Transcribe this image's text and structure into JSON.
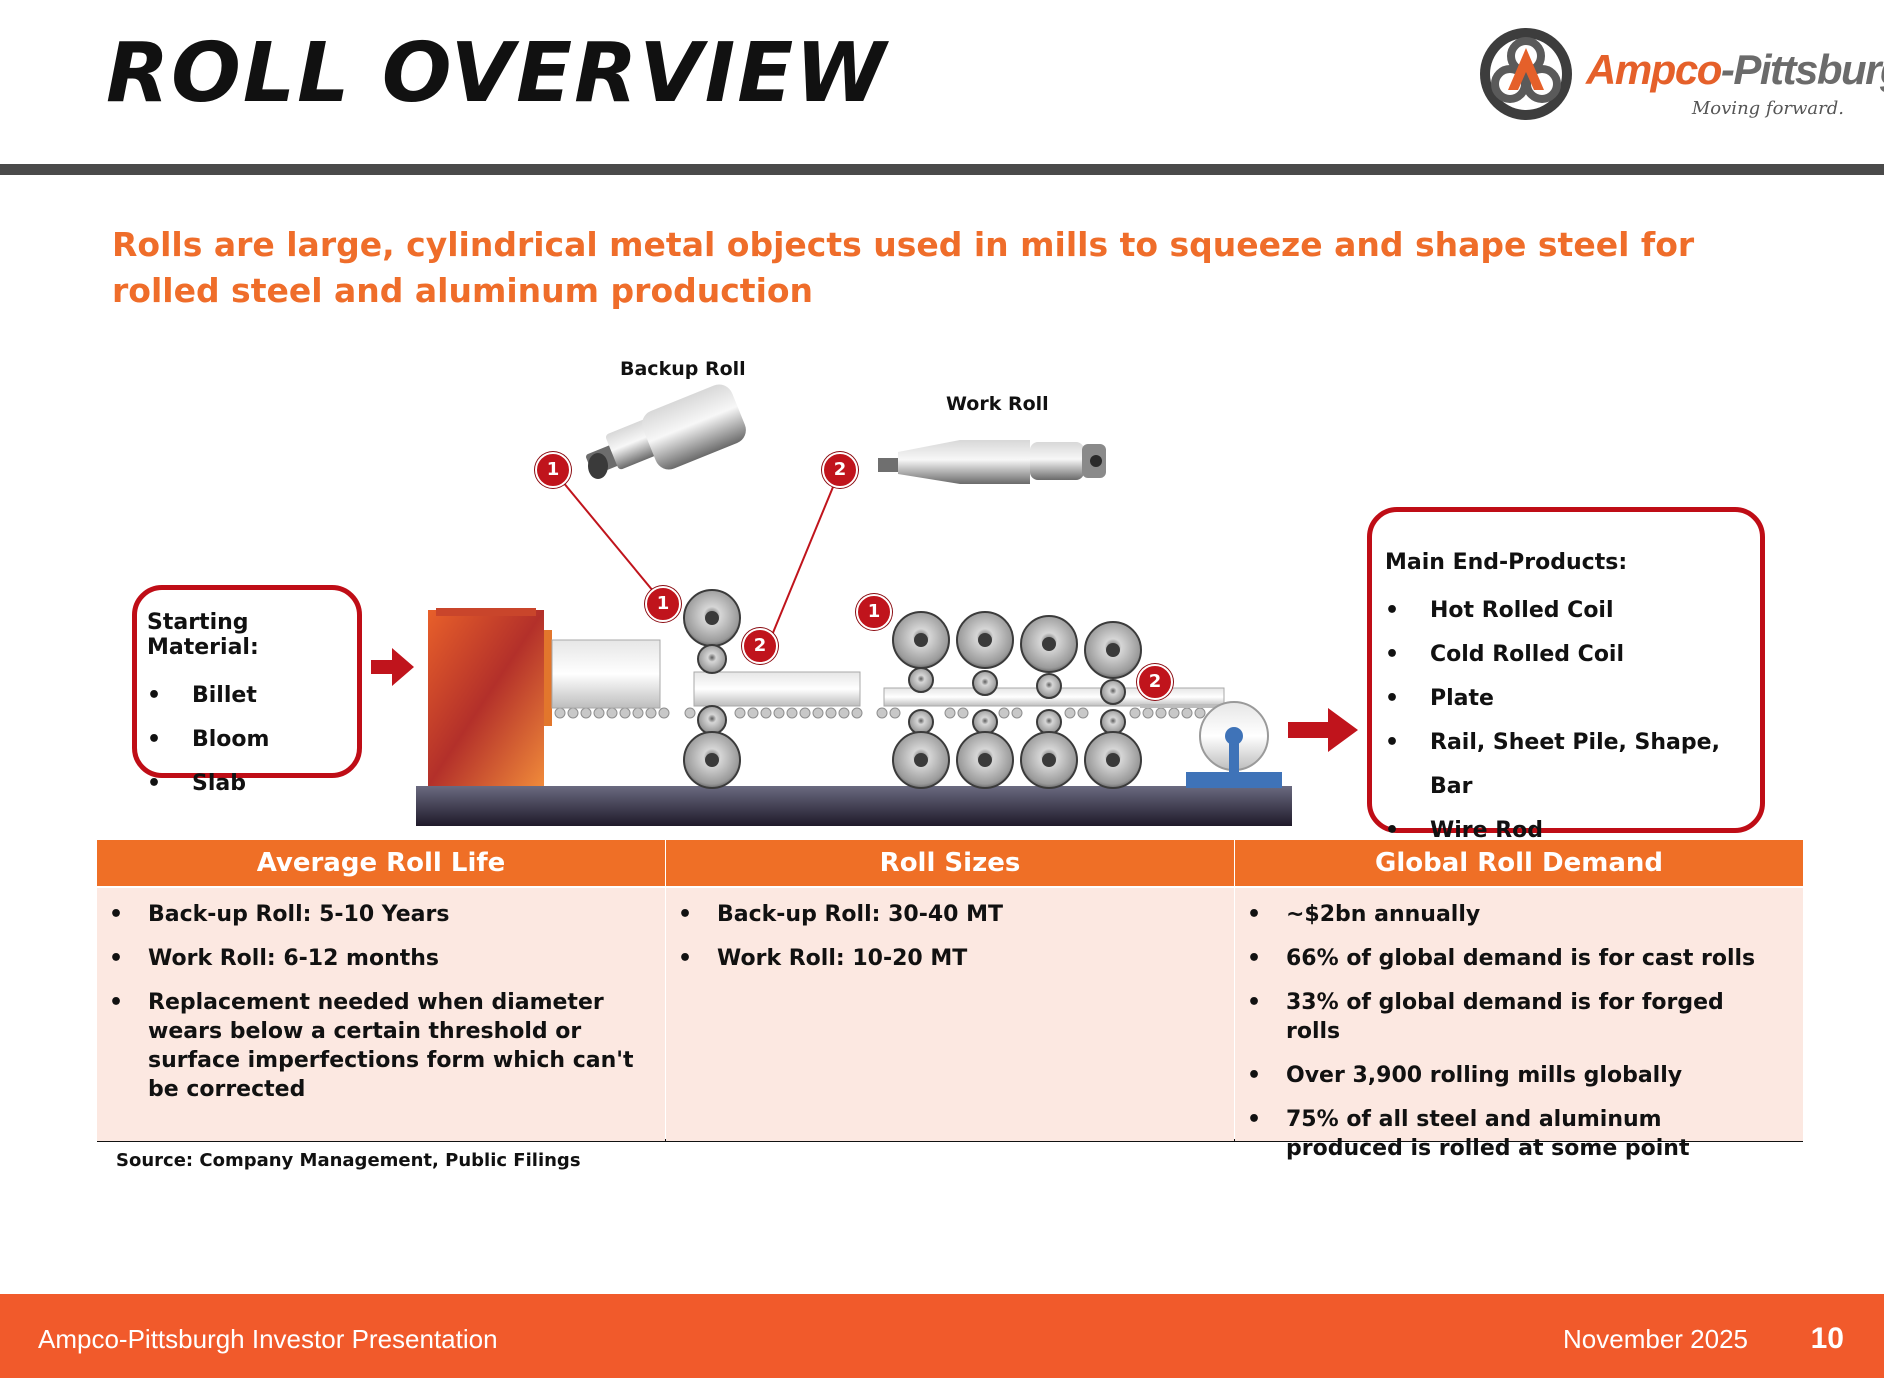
{
  "header": {
    "title": "ROLL OVERVIEW",
    "logo": {
      "name_part1": "Ampco",
      "name_part2": "-Pittsburgh",
      "tagline": "Moving forward."
    }
  },
  "subtitle": "Rolls are large, cylindrical metal objects used in mills to squeeze and shape steel for rolled steel and aluminum production",
  "diagram": {
    "backup_roll_label": "Backup Roll",
    "work_roll_label": "Work Roll",
    "marker_1": "1",
    "marker_2": "2",
    "starting_material": {
      "title": "Starting Material:",
      "items": [
        "Billet",
        "Bloom",
        "Slab"
      ]
    },
    "end_products": {
      "title": "Main End-Products:",
      "items": [
        "Hot Rolled Coil",
        "Cold Rolled Coil",
        "Plate",
        "Rail, Sheet Pile, Shape, Bar",
        "Wire Rod"
      ]
    }
  },
  "table": {
    "columns": [
      {
        "header": "Average Roll Life",
        "items": [
          "Back-up Roll: 5-10 Years",
          "Work Roll: 6-12 months",
          "Replacement needed when diameter wears below a certain threshold or surface imperfections form which can't be corrected"
        ]
      },
      {
        "header": "Roll Sizes",
        "items": [
          "Back-up Roll: 30-40 MT",
          "Work Roll: 10-20 MT"
        ]
      },
      {
        "header": "Global Roll Demand",
        "items": [
          "~$2bn annually",
          "66% of global demand is for cast rolls",
          "33% of global demand is for forged rolls",
          "Over 3,900 rolling mills globally",
          "75% of all steel and aluminum produced is rolled at some point"
        ]
      }
    ]
  },
  "source": "Source: Company Management, Public Filings",
  "footer": {
    "left": "Ampco-Pittsburgh Investor Presentation",
    "date": "November 2025",
    "page": "10"
  },
  "colors": {
    "accent_orange": "#ef6d2a",
    "marker_red": "#bf0d16",
    "footer_orange": "#f15a2b"
  }
}
